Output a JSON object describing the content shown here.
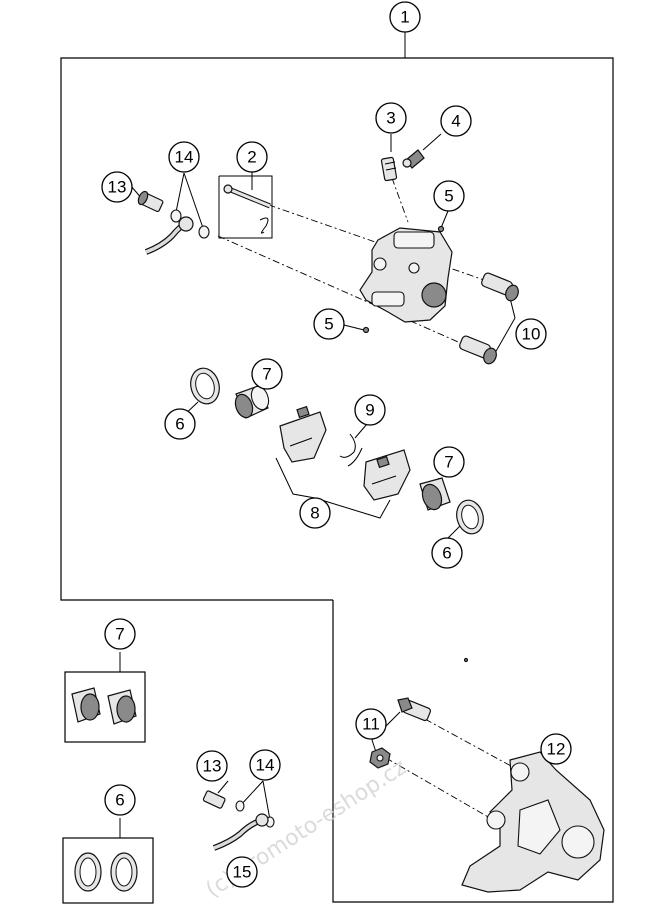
{
  "callouts": {
    "c1": "1",
    "c2": "2",
    "c3": "3",
    "c4": "4",
    "c5a": "5",
    "c5b": "5",
    "c6a": "6",
    "c6b": "6",
    "c6c": "6",
    "c7a": "7",
    "c7b": "7",
    "c7c": "7",
    "c8": "8",
    "c9": "9",
    "c10": "10",
    "c11": "11",
    "c12": "12",
    "c13a": "13",
    "c13b": "13",
    "c14a": "14",
    "c14b": "14",
    "c15": "15"
  },
  "watermark": "(c) Promoto-eshop.cz",
  "colors": {
    "line": "#000000",
    "part_fill": "#e6e6e6",
    "watermark": "#cfcfcf"
  }
}
